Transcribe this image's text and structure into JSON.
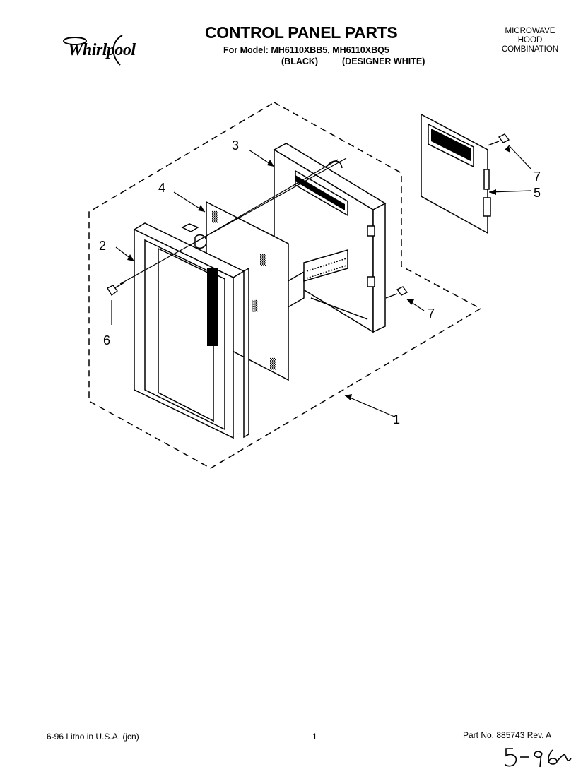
{
  "brand": {
    "logo_text": "Whirlpool"
  },
  "header": {
    "title": "CONTROL PANEL PARTS",
    "model_line": "For Model: MH6110XBB5, MH6110XBQ5",
    "variant_black": "(BLACK)",
    "variant_white": "(DESIGNER WHITE)",
    "product_type": [
      "MICROWAVE",
      "HOOD",
      "COMBINATION"
    ]
  },
  "callouts": {
    "c1": "1",
    "c2": "2",
    "c3": "3",
    "c4": "4",
    "c5": "5",
    "c6": "6",
    "c7a": "7",
    "c7b": "7"
  },
  "footer": {
    "litho": "6-96 Litho in U.S.A. (jcn)",
    "page": "1",
    "part_no": "Part No. 885743 Rev. A",
    "handwritten_date": "5-96"
  }
}
